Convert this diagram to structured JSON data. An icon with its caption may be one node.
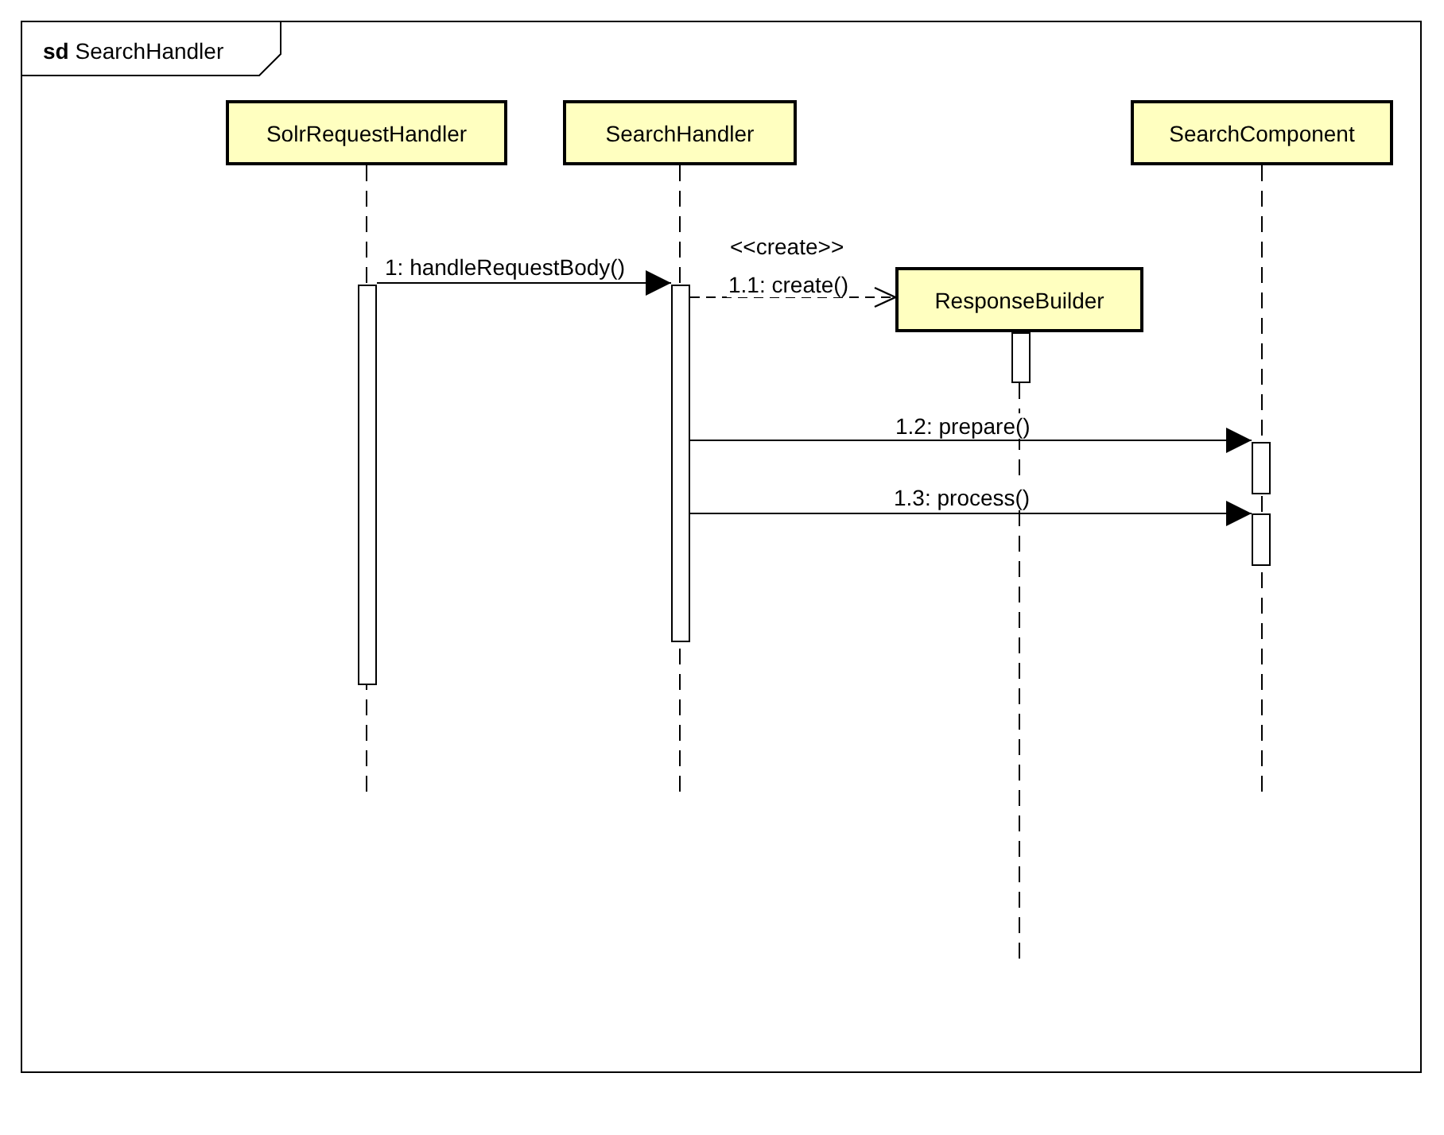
{
  "diagram": {
    "nodes": [
      {
        "text": [
          "**sd** SearchHandler"
        ]
      },
      {
        "text": [
          "SolrRequestHandler"
        ],
        "in": 0
      },
      {
        "text": [
          "SearchHandler"
        ],
        "in": 0
      },
      {
        "text": [
          "ResponseBuilder"
        ],
        "in": 0
      },
      {
        "text": [
          "SearchComponent"
        ],
        "in": 0
      },
      {
        "text": [],
        "shape": "bar",
        "in": 0
      },
      {
        "text": [],
        "shape": "bar",
        "in": 0
      },
      {
        "text": [],
        "shape": "bar",
        "in": 0
      },
      {
        "text": [],
        "shape": "bar",
        "in": 0
      },
      {
        "text": [],
        "shape": "bar",
        "in": 0
      }
    ],
    "edges": [
      {
        "from": 5,
        "to": 6,
        "arrow": "to",
        "label": "1: handleRequestBody()"
      },
      {
        "from": 6,
        "to": 3,
        "arrow": "to",
        "style": "dashed",
        "label": "1.1: create()"
      },
      {
        "from": 6,
        "to": 8,
        "arrow": "to",
        "label": "1.2: prepare()"
      },
      {
        "from": 6,
        "to": 9,
        "arrow": "to",
        "label": "1.3: process()"
      }
    ],
    "labels": [
      "<<create>>"
    ]
  }
}
